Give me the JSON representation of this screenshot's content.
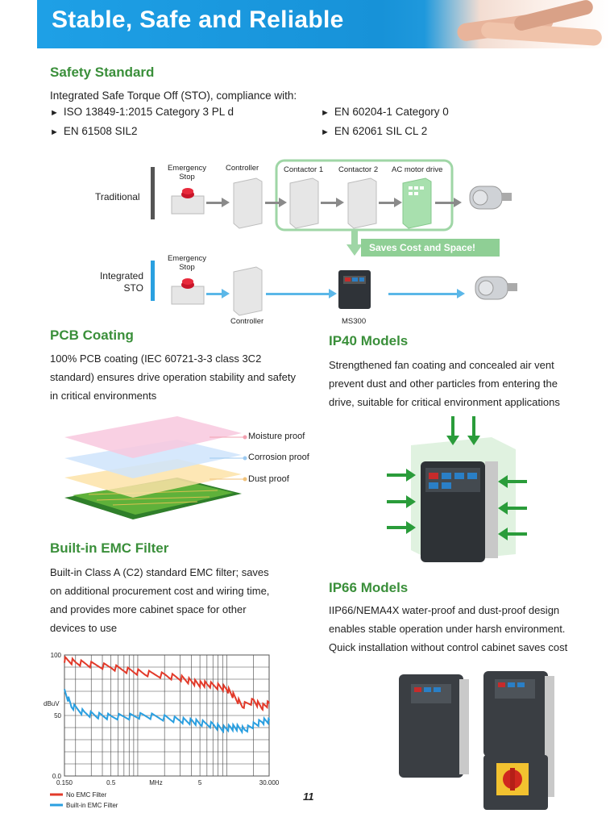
{
  "banner": {
    "title": "Stable, Safe and Reliable"
  },
  "safety": {
    "heading": "Safety Standard",
    "intro": "Integrated Safe Torque Off (STO), compliance with:",
    "bullets_left": [
      "ISO 13849-1:2015 Category 3 PL d",
      "EN 61508 SIL2"
    ],
    "bullets_right": [
      "EN 60204-1 Category 0",
      "EN 62061 SIL CL 2"
    ],
    "bullet_glyph": "►"
  },
  "diagram": {
    "traditional_label": "Traditional",
    "integrated_label": [
      "Integrated",
      "STO"
    ],
    "emergency_stop": [
      "Emergency",
      "Stop"
    ],
    "controller": "Controller",
    "contactor1": "Contactor 1",
    "contactor2": "Contactor 2",
    "ac_drive": "AC motor drive",
    "saves": "Saves Cost and Space!",
    "ms300": "MS300"
  },
  "pcb": {
    "heading": "PCB Coating",
    "text": "100% PCB coating (IEC 60721-3-3 class 3C2 standard) ensures drive operation stability and safety in critical environments",
    "layers": [
      "Moisture proof",
      "Corrosion proof",
      "Dust proof"
    ]
  },
  "ip40": {
    "heading": "IP40 Models",
    "text": "Strengthened fan coating and concealed air vent prevent dust and other particles from entering the drive, suitable for critical environment applications"
  },
  "emc": {
    "heading": "Built-in EMC Filter",
    "text": "Built-in Class A (C2) standard EMC filter; saves on additional procurement cost and wiring time, and provides more cabinet space for other devices to use"
  },
  "ip66": {
    "heading": "IP66 Models",
    "text": "IIP66/NEMA4X water-proof and dust-proof design enables stable operation under harsh environment. Quick installation without control cabinet saves cost"
  },
  "chart_data": {
    "type": "line",
    "xscale": "log",
    "xlim": [
      0.15,
      30
    ],
    "ylim": [
      0,
      100
    ],
    "x_ticks": [
      "0.150",
      "0.5",
      "MHz",
      "5",
      "30.000"
    ],
    "y_ticks": [
      "100",
      "50",
      "0.0"
    ],
    "ylabel": "dBuV",
    "legend_position": "bottom",
    "grid": true,
    "series": [
      {
        "name": "No EMC Filter",
        "color": "#e23a2a",
        "x": [
          0.15,
          0.2,
          0.3,
          0.5,
          0.8,
          1.2,
          2,
          3,
          4,
          5,
          6,
          8,
          10,
          12,
          15,
          20,
          25,
          30
        ],
        "y": [
          96,
          94,
          92,
          90,
          87,
          85,
          83,
          81,
          78,
          76,
          76,
          74,
          72,
          66,
          58,
          62,
          57,
          60
        ]
      },
      {
        "name": "Built-in EMC Filter",
        "color": "#2a9fe0",
        "x": [
          0.15,
          0.18,
          0.25,
          0.35,
          0.5,
          0.8,
          1.2,
          2,
          3,
          4,
          5,
          7,
          9,
          11,
          13,
          16,
          20,
          25,
          30
        ],
        "y": [
          70,
          58,
          52,
          50,
          49,
          49,
          50,
          48,
          46,
          45,
          44,
          42,
          39,
          40,
          40,
          38,
          42,
          45,
          46
        ]
      }
    ]
  },
  "page_number": "11"
}
